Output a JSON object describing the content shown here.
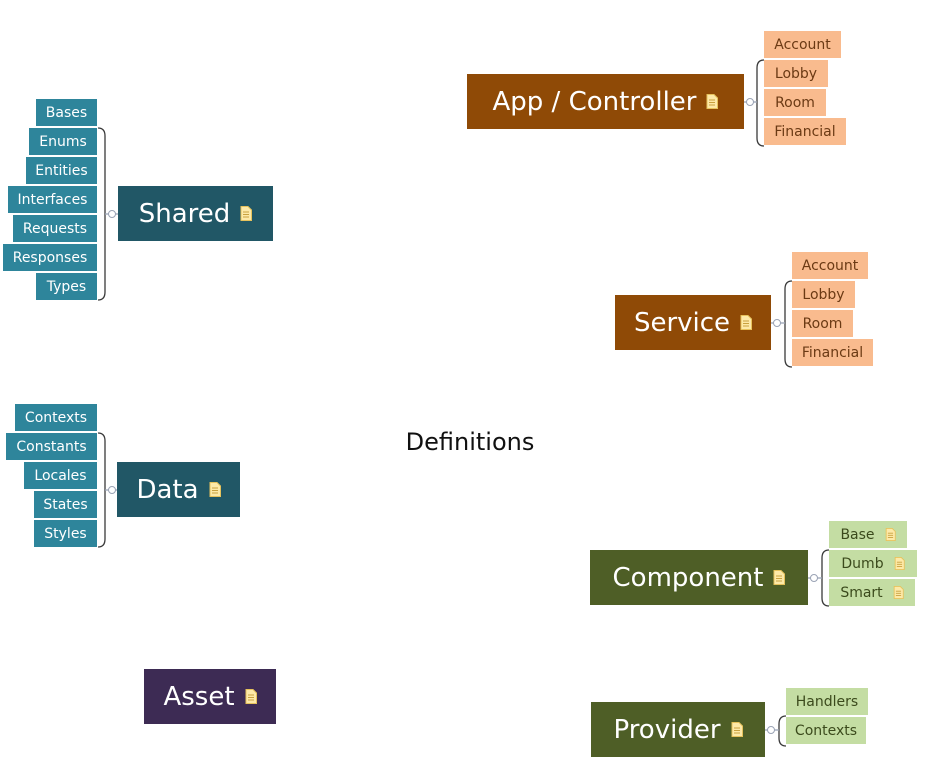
{
  "central_topic": "Definitions",
  "colors": {
    "shared": "#215766",
    "data": "#215766",
    "app": "#8f4a06",
    "service": "#8f4a06",
    "component": "#4e5e26",
    "provider": "#4e5e26",
    "asset": "#3d2b54",
    "blue_leaf": "#2e859b",
    "orange_leaf": "#f9bb8e",
    "green_leaf": "#c4dda3"
  },
  "topics": {
    "shared": {
      "label": "Shared",
      "icon": "note-icon",
      "children": [
        "Bases",
        "Enums",
        "Entities",
        "Interfaces",
        "Requests",
        "Responses",
        "Types"
      ]
    },
    "data": {
      "label": "Data",
      "icon": "note-icon",
      "children": [
        "Contexts",
        "Constants",
        "Locales",
        "States",
        "Styles"
      ]
    },
    "asset": {
      "label": "Asset",
      "icon": "note-icon",
      "children": []
    },
    "app_controller": {
      "label": "App / Controller",
      "icon": "note-icon",
      "children": [
        "Account",
        "Lobby",
        "Room",
        "Financial"
      ]
    },
    "service": {
      "label": "Service",
      "icon": "note-icon",
      "children": [
        "Account",
        "Lobby",
        "Room",
        "Financial"
      ]
    },
    "component": {
      "label": "Component",
      "icon": "note-icon",
      "children": [
        "Base",
        "Dumb",
        "Smart"
      ]
    },
    "provider": {
      "label": "Provider",
      "icon": "note-icon",
      "children": [
        "Handlers",
        "Contexts"
      ]
    }
  }
}
